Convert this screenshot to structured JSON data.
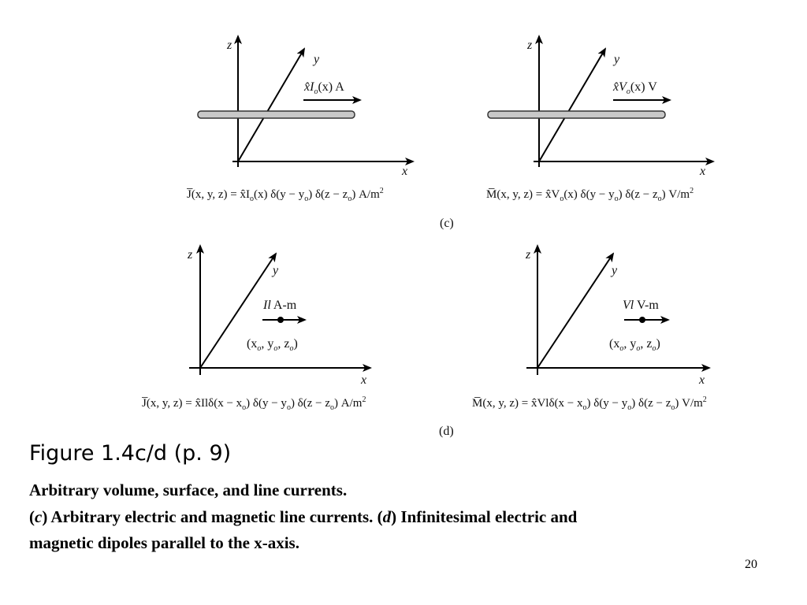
{
  "axes": {
    "x": "x",
    "y": "y",
    "z": "z"
  },
  "panel_c": {
    "label": "(c)",
    "electric": {
      "source": "x̂I",
      "source_sub": "o",
      "source_arg": "(x) A",
      "eq_lhs": "J̅(x, y, z) = x̂I",
      "eq_rhs": "(x) δ(y − y",
      "eq_rhs2": ") δ(z − z",
      "eq_unit": ") A/m",
      "sub": "o",
      "sup": "2"
    },
    "magnetic": {
      "source": "x̂V",
      "source_sub": "o",
      "source_arg": "(x) V",
      "eq_lhs": "M̅(x, y, z) = x̂V",
      "eq_rhs": "(x) δ(y − y",
      "eq_rhs2": ") δ(z − z",
      "eq_unit": ") V/m",
      "sub": "o",
      "sup": "2"
    }
  },
  "panel_d": {
    "label": "(d)",
    "electric": {
      "moment": "Il",
      "moment_unit": "A-m",
      "position": "(x",
      "position_mid": ", y",
      "position_mid2": ", z",
      "position_end": ")",
      "sub": "o",
      "eq_lhs": "J̅(x, y, z) = x̂Ilδ(x − x",
      "eq_mid": ") δ(y − y",
      "eq_mid2": ") δ(z − z",
      "eq_unit": ") A/m",
      "sup": "2"
    },
    "magnetic": {
      "moment": "Vl",
      "moment_unit": "V-m",
      "position": "(x",
      "position_mid": ", y",
      "position_mid2": ", z",
      "position_end": ")",
      "sub": "o",
      "eq_lhs": "M̅(x, y, z) = x̂Vlδ(x − x",
      "eq_mid": ") δ(y − y",
      "eq_mid2": ") δ(z − z",
      "eq_unit": ") V/m",
      "sup": "2"
    }
  },
  "caption": {
    "heading": "Figure 1.4c/d  (p. 9)",
    "line1": "Arbitrary volume, surface, and line currents.",
    "line2_open": "(",
    "line2_c": "c",
    "line2_a": ") Arbitrary electric and magnetic line currents. (",
    "line2_d": "d",
    "line2_b": ") Infinitesimal electric and",
    "line3": "magnetic dipoles parallel to the x-axis."
  },
  "page_number": "20",
  "colors": {
    "rod_fill": "#c8c8c8",
    "rod_stroke": "#333333",
    "ink": "#000000"
  }
}
